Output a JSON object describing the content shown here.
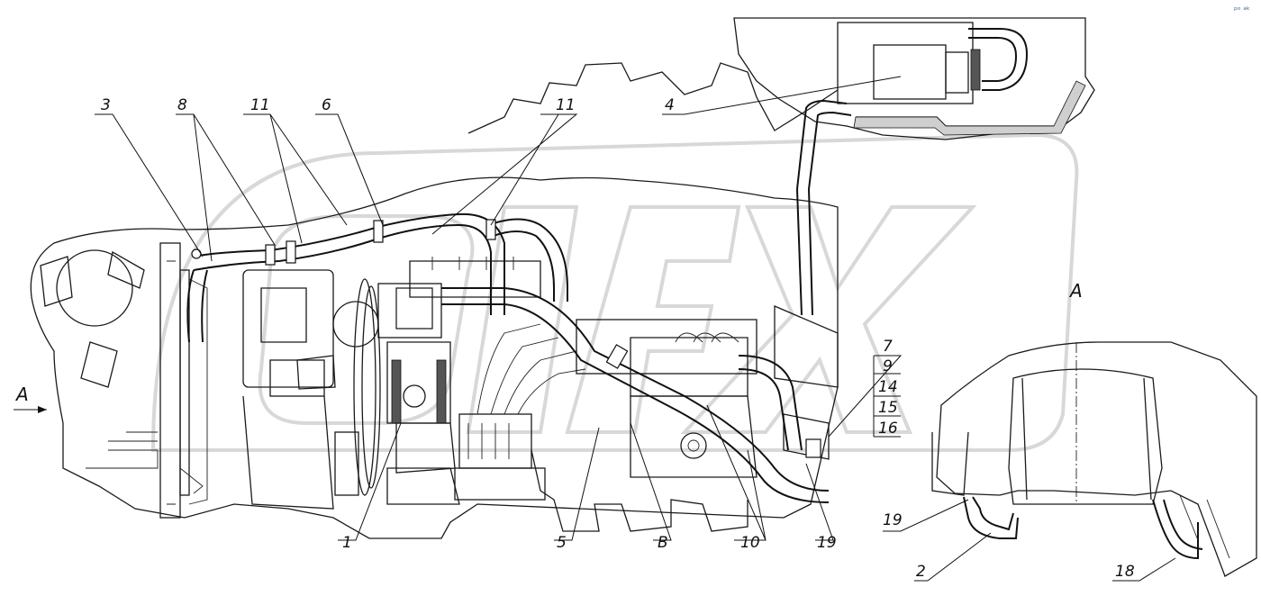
{
  "callouts": [
    {
      "id": "c3",
      "text": "3"
    },
    {
      "id": "c8",
      "text": "8"
    },
    {
      "id": "c11a",
      "text": "11"
    },
    {
      "id": "c6",
      "text": "6"
    },
    {
      "id": "c11b",
      "text": "11"
    },
    {
      "id": "c4",
      "text": "4"
    },
    {
      "id": "c7",
      "text": "7"
    },
    {
      "id": "c9",
      "text": "9"
    },
    {
      "id": "c14",
      "text": "14"
    },
    {
      "id": "c15",
      "text": "15"
    },
    {
      "id": "c16",
      "text": "16"
    },
    {
      "id": "c1",
      "text": "1"
    },
    {
      "id": "c5",
      "text": "5"
    },
    {
      "id": "cB",
      "text": "B"
    },
    {
      "id": "c10",
      "text": "10"
    },
    {
      "id": "c19a",
      "text": "19"
    },
    {
      "id": "c19b",
      "text": "19"
    },
    {
      "id": "c2",
      "text": "2"
    },
    {
      "id": "c18",
      "text": "18"
    }
  ],
  "view_label": "A",
  "view_arrow_label": "A",
  "logo_text": "ᵖᵒ ᵃᵏ"
}
